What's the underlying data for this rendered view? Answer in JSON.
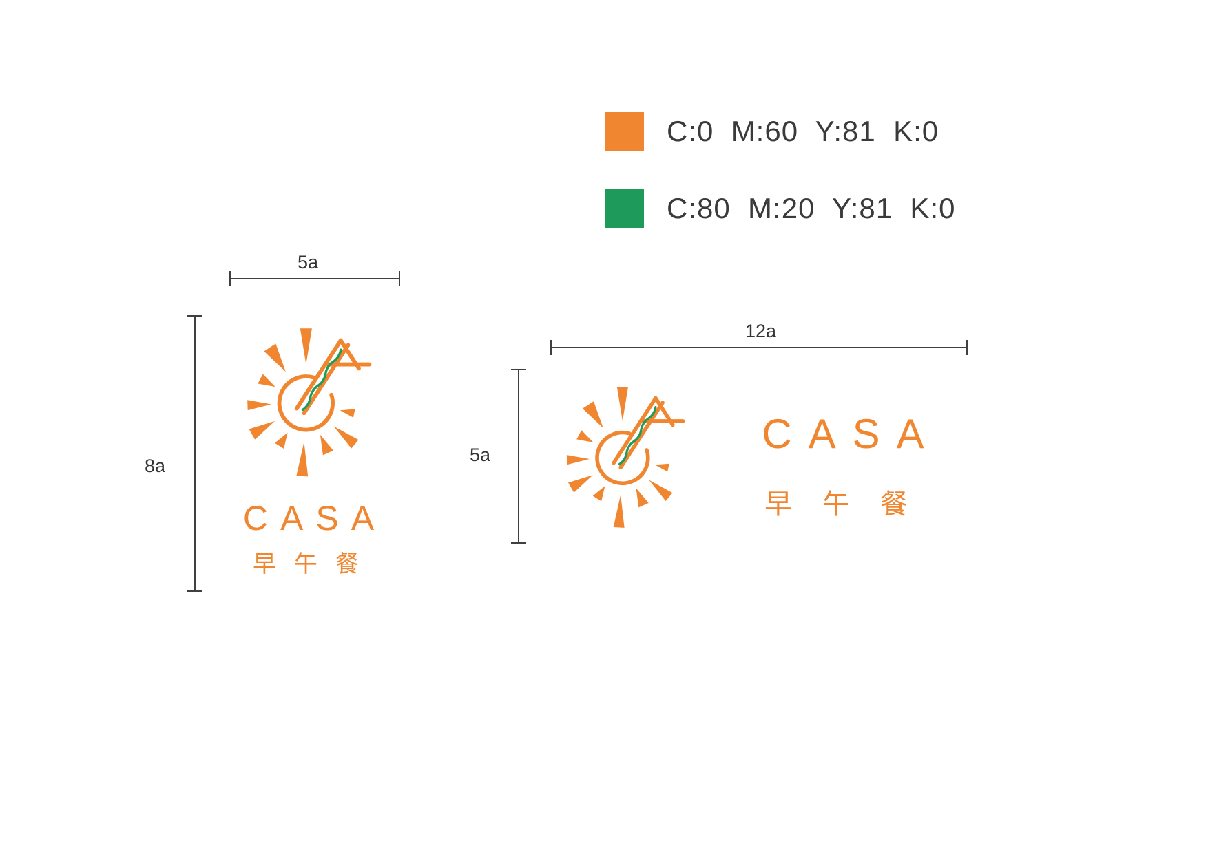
{
  "colors": {
    "orange": "#F0862F",
    "green": "#1E9B5B",
    "dim": "#404040",
    "text_dark": "#3A3A3A"
  },
  "palette": {
    "rows": [
      {
        "name": "orange",
        "hex": "#F0862F",
        "cmyk": "C:0  M:60  Y:81  K:0"
      },
      {
        "name": "green",
        "hex": "#1E9B5B",
        "cmyk": "C:80  M:20  Y:81  K:0"
      }
    ]
  },
  "logo": {
    "wordmark": "CASA",
    "subtext": "早午餐",
    "icon": "sun-with-sandwich-A-icon"
  },
  "lockup_vertical": {
    "width_label": "5a",
    "height_label": "8a"
  },
  "lockup_horizontal": {
    "width_label": "12a",
    "height_label": "5a"
  }
}
